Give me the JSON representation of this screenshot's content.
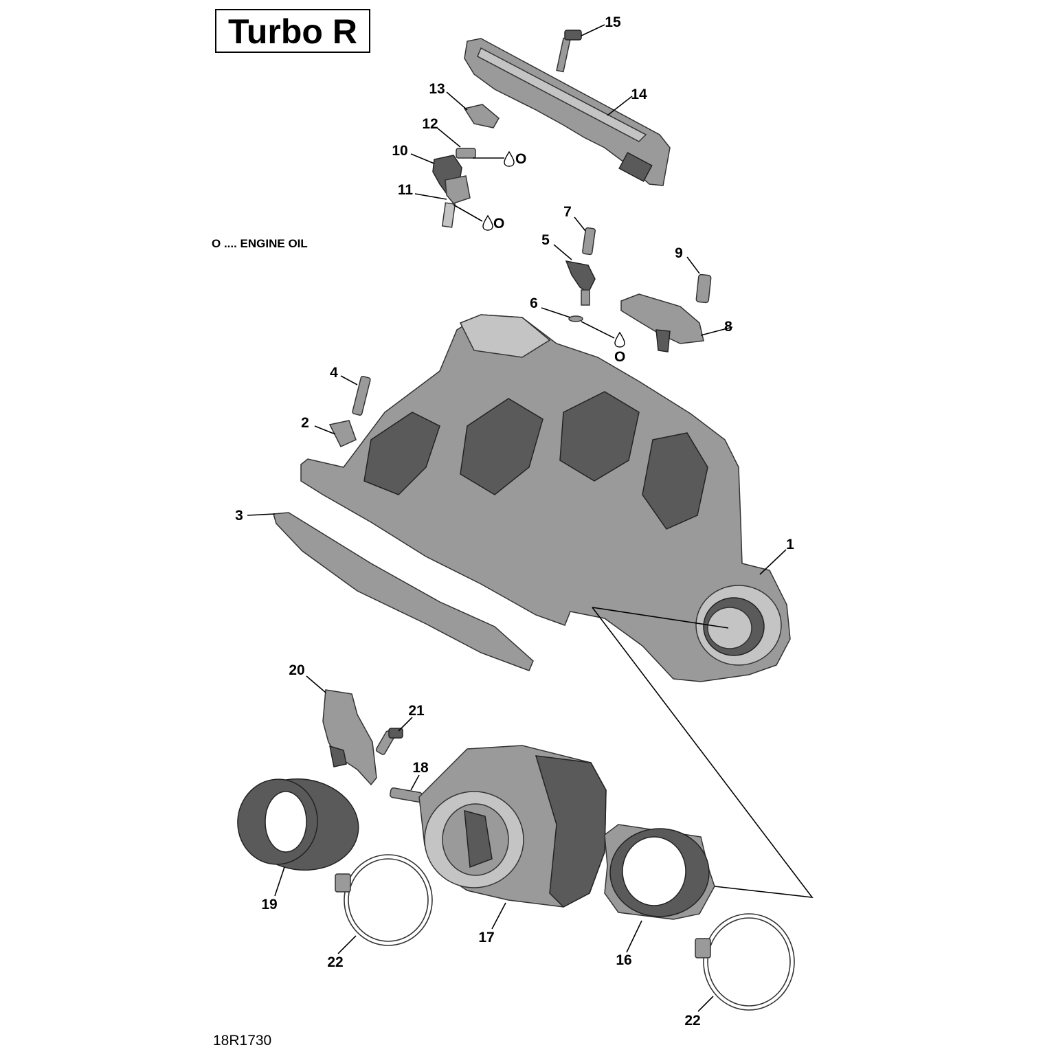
{
  "title": "Turbo R",
  "legend": "O .... ENGINE OIL",
  "figure_ref": "18R1730",
  "oil_marker": "O",
  "callouts": [
    "1",
    "2",
    "3",
    "4",
    "5",
    "6",
    "7",
    "8",
    "9",
    "10",
    "11",
    "12",
    "13",
    "14",
    "15",
    "16",
    "17",
    "18",
    "19",
    "20",
    "21",
    "22",
    "22"
  ]
}
